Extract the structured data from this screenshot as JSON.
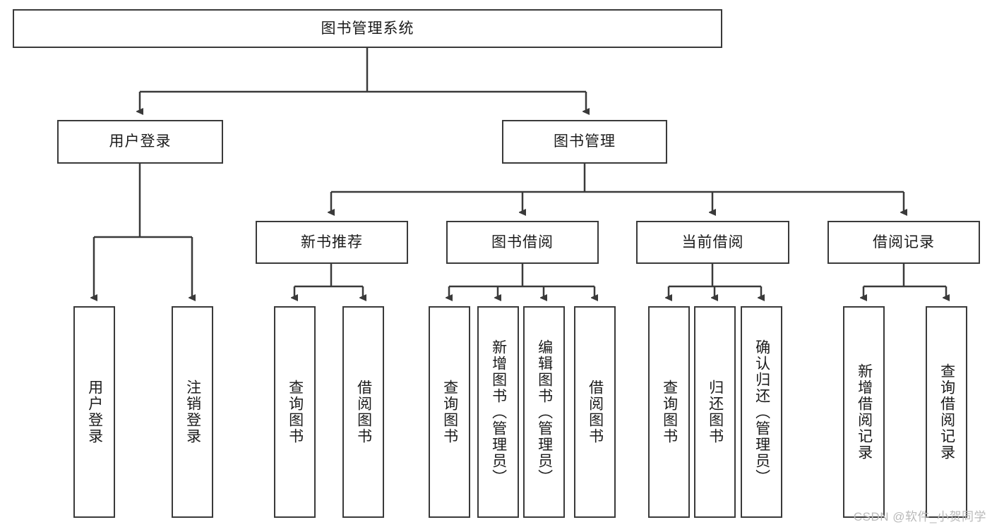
{
  "diagram": {
    "title": "图书管理系统",
    "type": "tree-hierarchy",
    "watermark": "CSDN @软件_小贺同学",
    "colors": {
      "box_border": "#3a3a3a",
      "box_fill": "#ffffff",
      "edge": "#3a3a3a",
      "text": "#1b1b1b",
      "watermark": "#b9b9b9"
    }
  },
  "nodes": {
    "root": {
      "label": "图书管理系统"
    },
    "level2": [
      {
        "label": "用户登录"
      },
      {
        "label": "图书管理"
      }
    ],
    "level3": [
      {
        "label": "新书推荐"
      },
      {
        "label": "图书借阅"
      },
      {
        "label": "当前借阅"
      },
      {
        "label": "借阅记录"
      }
    ],
    "leaves": {
      "user_login": [
        {
          "label": "用户登录"
        },
        {
          "label": "注销登录"
        }
      ],
      "new_book_recommend": [
        {
          "label": "查询图书"
        },
        {
          "label": "借阅图书"
        }
      ],
      "book_borrow": [
        {
          "label": "查询图书"
        },
        {
          "label": "新增图书（管理员）"
        },
        {
          "label": "编辑图书（管理员）"
        },
        {
          "label": "借阅图书"
        }
      ],
      "current_borrow": [
        {
          "label": "查询图书"
        },
        {
          "label": "归还图书"
        },
        {
          "label": "确认归还（管理员）"
        }
      ],
      "borrow_record": [
        {
          "label": "新增借阅记录"
        },
        {
          "label": "查询借阅记录"
        }
      ]
    }
  }
}
